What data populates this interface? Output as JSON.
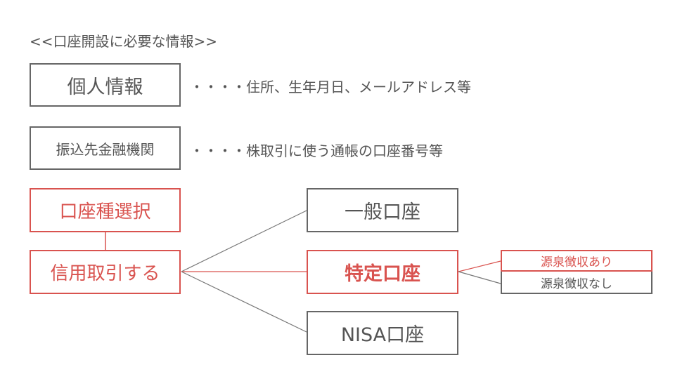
{
  "heading": "<<口座開設に必要な情報>>",
  "info_rows": [
    {
      "label": "個人情報",
      "desc": "・・・・住所、生年月日、メールアドレス等"
    },
    {
      "label": "振込先金融機関",
      "desc": "・・・・株取引に使う通帳の口座番号等"
    }
  ],
  "flow": {
    "account_type_select": "口座種選択",
    "use_credit": "信用取引する",
    "accounts": {
      "general": "一般口座",
      "specific": "特定口座",
      "nisa": "NISA口座"
    },
    "withholding": {
      "with": "源泉徴収あり",
      "without": "源泉徴収なし"
    }
  },
  "colors": {
    "accent": "#d9534f",
    "neutral": "#666666",
    "text": "#555555"
  }
}
